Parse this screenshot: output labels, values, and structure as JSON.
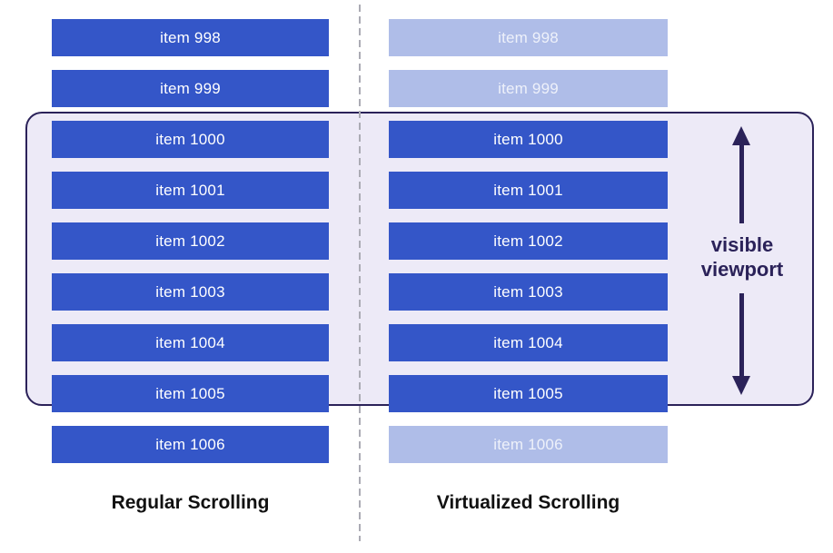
{
  "columns": [
    {
      "label": "Regular Scrolling",
      "items": [
        {
          "label": "item 998",
          "rendered": true
        },
        {
          "label": "item 999",
          "rendered": true
        },
        {
          "label": "item 1000",
          "rendered": true
        },
        {
          "label": "item 1001",
          "rendered": true
        },
        {
          "label": "item 1002",
          "rendered": true
        },
        {
          "label": "item 1003",
          "rendered": true
        },
        {
          "label": "item 1004",
          "rendered": true
        },
        {
          "label": "item 1005",
          "rendered": true
        },
        {
          "label": "item 1006",
          "rendered": true
        }
      ]
    },
    {
      "label": "Virtualized Scrolling",
      "items": [
        {
          "label": "item 998",
          "rendered": false
        },
        {
          "label": "item 999",
          "rendered": false
        },
        {
          "label": "item 1000",
          "rendered": true
        },
        {
          "label": "item 1001",
          "rendered": true
        },
        {
          "label": "item 1002",
          "rendered": true
        },
        {
          "label": "item 1003",
          "rendered": true
        },
        {
          "label": "item 1004",
          "rendered": true
        },
        {
          "label": "item 1005",
          "rendered": true
        },
        {
          "label": "item 1006",
          "rendered": false
        }
      ]
    }
  ],
  "viewport": {
    "label_line1": "visible",
    "label_line2": "viewport"
  },
  "colors": {
    "item-active": "#3456c8",
    "item-ghost": "#afbde8",
    "item-text": "#ffffff",
    "item-ghost-text": "#eef1fa",
    "viewport-fill": "#edeaf7",
    "viewport-accent": "#2b2259",
    "divider": "#ababb4",
    "label-text": "#111111",
    "background": "#ffffff"
  }
}
